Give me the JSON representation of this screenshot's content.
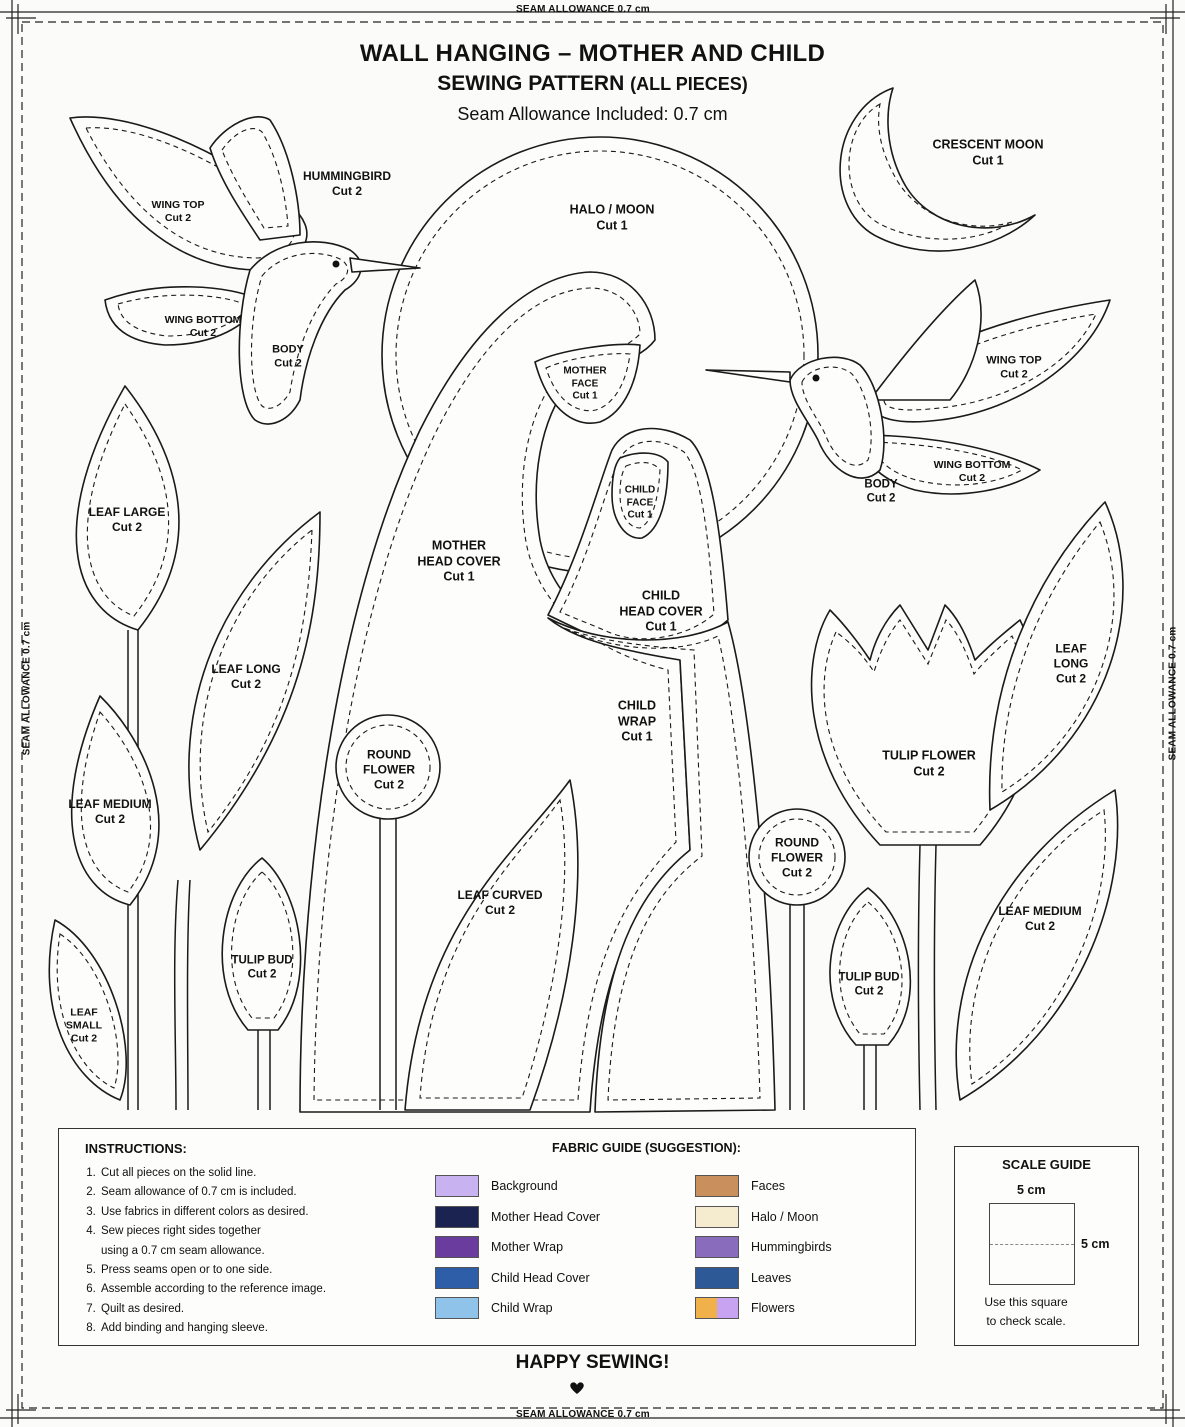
{
  "edge_labels": {
    "top": "SEAM ALLOWANCE 0.7 cm",
    "bottom": "SEAM ALLOWANCE 0.7 cm",
    "left": "SEAM ALLOWANCE 0.7 cm",
    "right": "SEAM ALLOWANCE 0.7 cm"
  },
  "header": {
    "title": "WALL HANGING – MOTHER AND CHILD",
    "subtitle_main": "SEWING PATTERN ",
    "subtitle_paren": "(ALL PIECES)",
    "seam_note": "Seam Allowance Included: 0.7 cm"
  },
  "pieces": {
    "hummingbird": {
      "name": "HUMMINGBIRD",
      "cut": "Cut 2"
    },
    "wing_top_left": {
      "name": "WING TOP",
      "cut": "Cut 2"
    },
    "wing_bottom_left": {
      "name": "WING BOTTOM",
      "cut": "Cut 2"
    },
    "body_left": {
      "name": "BODY",
      "cut": "Cut 2"
    },
    "halo": {
      "name": "HALO / MOON",
      "cut": "Cut 1"
    },
    "crescent": {
      "name": "CRESCENT MOON",
      "cut": "Cut 1"
    },
    "mother_face": {
      "name": "MOTHER\nFACE",
      "cut": "Cut 1"
    },
    "child_face": {
      "name": "CHILD\nFACE",
      "cut": "Cut 1"
    },
    "wing_top_right": {
      "name": "WING TOP",
      "cut": "Cut 2"
    },
    "wing_bottom_right": {
      "name": "WING BOTTOM",
      "cut": "Cut 2"
    },
    "body_right": {
      "name": "BODY",
      "cut": "Cut 2"
    },
    "leaf_large": {
      "name": "LEAF LARGE",
      "cut": "Cut 2"
    },
    "mother_head_cover": {
      "name": "MOTHER\nHEAD COVER",
      "cut": "Cut 1"
    },
    "child_head_cover": {
      "name": "CHILD\nHEAD COVER",
      "cut": "Cut 1"
    },
    "leaf_long_left": {
      "name": "LEAF LONG",
      "cut": "Cut 2"
    },
    "leaf_long_right": {
      "name": "LEAF\nLONG",
      "cut": "Cut 2"
    },
    "child_wrap": {
      "name": "CHILD\nWRAP",
      "cut": "Cut 1"
    },
    "tulip_flower": {
      "name": "TULIP FLOWER",
      "cut": "Cut 2"
    },
    "round_flower_left": {
      "name": "ROUND\nFLOWER",
      "cut": "Cut 2"
    },
    "round_flower_right": {
      "name": "ROUND\nFLOWER",
      "cut": "Cut 2"
    },
    "leaf_medium_left": {
      "name": "LEAF MEDIUM",
      "cut": "Cut 2"
    },
    "leaf_medium_right": {
      "name": "LEAF MEDIUM",
      "cut": "Cut 2"
    },
    "leaf_curved": {
      "name": "LEAF CURVED",
      "cut": "Cut 2"
    },
    "tulip_bud_left": {
      "name": "TULIP BUD",
      "cut": "Cut 2"
    },
    "tulip_bud_right": {
      "name": "TULIP BUD",
      "cut": "Cut 2"
    },
    "leaf_small": {
      "name": "LEAF\nSMALL",
      "cut": "Cut 2"
    }
  },
  "instructions": {
    "title": "INSTRUCTIONS:",
    "steps": [
      "Cut all pieces on the solid line.",
      "Seam allowance of 0.7 cm is included.",
      "Use fabrics in different colors as desired.",
      "Sew pieces right sides together\nusing a 0.7 cm seam allowance.",
      "Press seams open or to one side.",
      "Assemble according to the reference image.",
      "Quilt as desired.",
      "Add binding and hanging sleeve."
    ]
  },
  "fabric_guide": {
    "title": "FABRIC GUIDE (SUGGESTION):",
    "items": [
      {
        "label": "Background",
        "colors": [
          "#c9b2f0"
        ]
      },
      {
        "label": "Mother Head Cover",
        "colors": [
          "#1b2350"
        ]
      },
      {
        "label": "Mother Wrap",
        "colors": [
          "#6a3c9e"
        ]
      },
      {
        "label": "Child Head Cover",
        "colors": [
          "#2f5ea8"
        ]
      },
      {
        "label": "Child Wrap",
        "colors": [
          "#8fc3ea"
        ]
      },
      {
        "label": "Faces",
        "colors": [
          "#c98f5c"
        ]
      },
      {
        "label": "Halo / Moon",
        "colors": [
          "#f5ecd0"
        ]
      },
      {
        "label": "Hummingbirds",
        "colors": [
          "#8a6cbd"
        ]
      },
      {
        "label": "Leaves",
        "colors": [
          "#2d5a96"
        ]
      },
      {
        "label": "Flowers",
        "colors": [
          "#f0b14a",
          "#c7a3f2"
        ]
      }
    ]
  },
  "scale_guide": {
    "title": "SCALE GUIDE",
    "top_dim": "5 cm",
    "side_dim": "5 cm",
    "note": "Use this square\nto check scale."
  },
  "footer": {
    "message": "HAPPY SEWING!",
    "heart_icon": "heart-icon"
  }
}
